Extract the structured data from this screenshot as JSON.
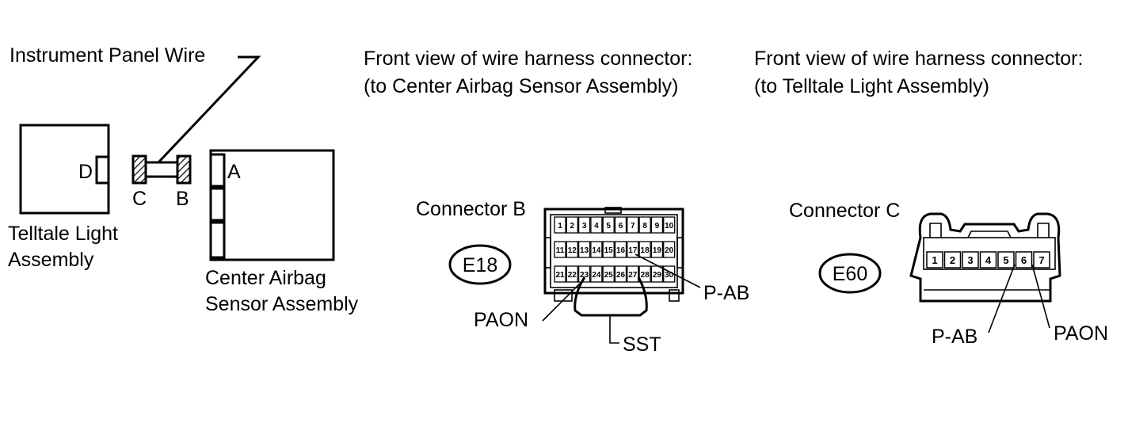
{
  "labels": {
    "instrument_panel_wire": "Instrument Panel Wire",
    "front_view_b_line1": "Front view of wire harness connector:",
    "front_view_b_line2": "(to Center Airbag Sensor Assembly)",
    "front_view_c_line1": "Front view of wire harness connector:",
    "front_view_c_line2": "(to Telltale Light Assembly)",
    "telltale_line1": "Telltale Light",
    "telltale_line2": "Assembly",
    "center_airbag_line1": "Center Airbag",
    "center_airbag_line2": "Sensor Assembly",
    "terminal_d": "D",
    "terminal_c": "C",
    "terminal_b": "B",
    "terminal_a": "A",
    "connector_b": "Connector B",
    "connector_c": "Connector C",
    "badge_b": "E18",
    "badge_c": "E60",
    "b_paon": "PAON",
    "b_pab": "P-AB",
    "b_sst": "SST",
    "c_pab": "P-AB",
    "c_paon": "PAON"
  },
  "connector_b_pins": {
    "row1": [
      "1",
      "2",
      "3",
      "4",
      "5",
      "6",
      "7",
      "8",
      "9",
      "10"
    ],
    "row2": [
      "11",
      "12",
      "13",
      "14",
      "15",
      "16",
      "17",
      "18",
      "19",
      "20"
    ],
    "row3": [
      "21",
      "22",
      "23",
      "24",
      "25",
      "26",
      "27",
      "28",
      "29",
      "30"
    ]
  },
  "connector_c_pins": [
    "1",
    "2",
    "3",
    "4",
    "5",
    "6",
    "7"
  ]
}
